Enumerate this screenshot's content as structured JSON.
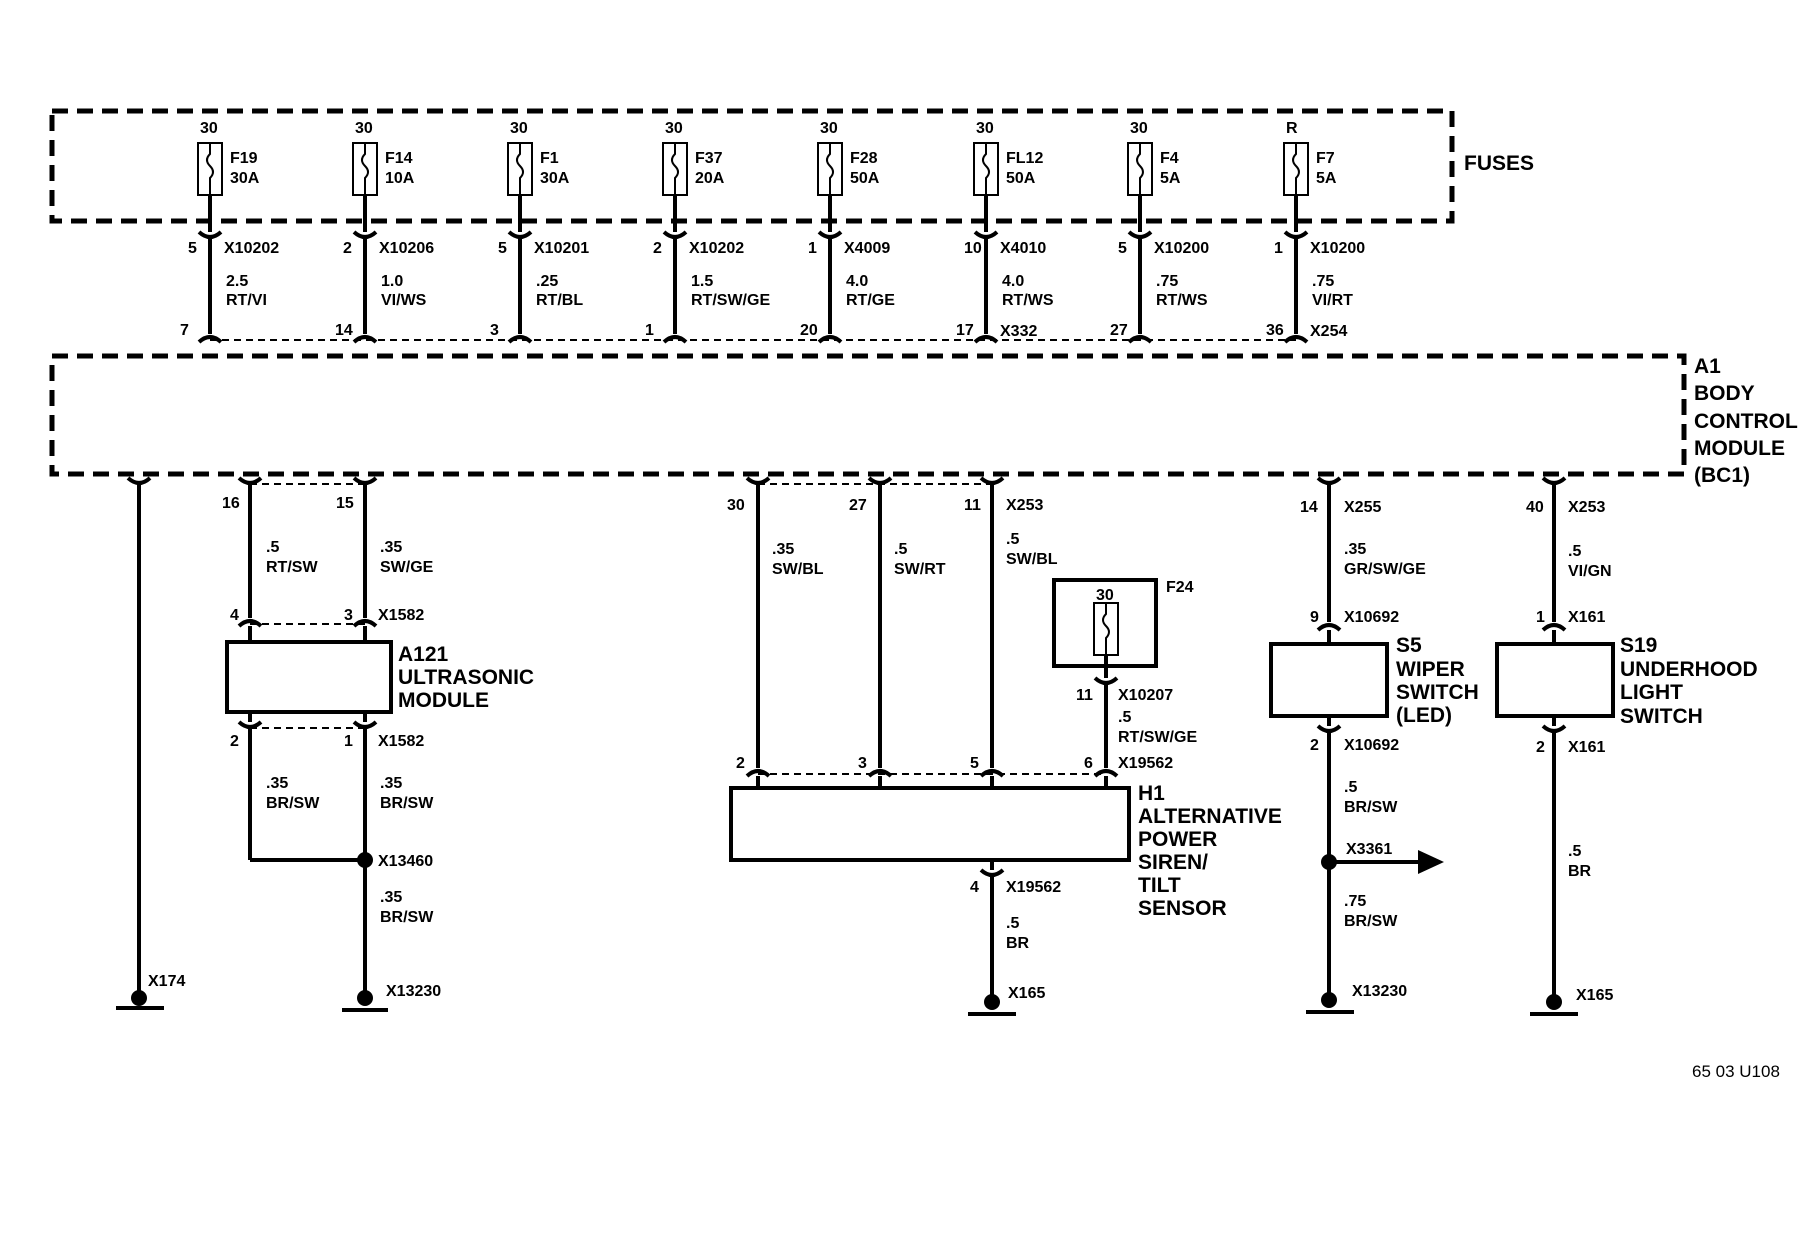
{
  "fuse_block": {
    "label": "FUSES",
    "fuses": [
      {
        "terminal": "30",
        "name": "F19",
        "rating": "30A",
        "upper_pin": "5",
        "upper_conn": "X10202",
        "wire_size": "2.5",
        "wire_color": "RT/VI",
        "lower_pin": "7",
        "lower_conn": ""
      },
      {
        "terminal": "30",
        "name": "F14",
        "rating": "10A",
        "upper_pin": "2",
        "upper_conn": "X10206",
        "wire_size": "1.0",
        "wire_color": "VI/WS",
        "lower_pin": "14",
        "lower_conn": ""
      },
      {
        "terminal": "30",
        "name": "F1",
        "rating": "30A",
        "upper_pin": "5",
        "upper_conn": "X10201",
        "wire_size": ".25",
        "wire_color": "RT/BL",
        "lower_pin": "3",
        "lower_conn": ""
      },
      {
        "terminal": "30",
        "name": "F37",
        "rating": "20A",
        "upper_pin": "2",
        "upper_conn": "X10202",
        "wire_size": "1.5",
        "wire_color": "RT/SW/GE",
        "lower_pin": "1",
        "lower_conn": ""
      },
      {
        "terminal": "30",
        "name": "F28",
        "rating": "50A",
        "upper_pin": "1",
        "upper_conn": "X4009",
        "wire_size": "4.0",
        "wire_color": "RT/GE",
        "lower_pin": "20",
        "lower_conn": ""
      },
      {
        "terminal": "30",
        "name": "FL12",
        "rating": "50A",
        "upper_pin": "10",
        "upper_conn": "X4010",
        "wire_size": "4.0",
        "wire_color": "RT/WS",
        "lower_pin": "17",
        "lower_conn": "X332"
      },
      {
        "terminal": "30",
        "name": "F4",
        "rating": "5A",
        "upper_pin": "5",
        "upper_conn": "X10200",
        "wire_size": ".75",
        "wire_color": "RT/WS",
        "lower_pin": "27",
        "lower_conn": ""
      },
      {
        "terminal": "R",
        "name": "F7",
        "rating": "5A",
        "upper_pin": "1",
        "upper_conn": "X10200",
        "wire_size": ".75",
        "wire_color": "VI/RT",
        "lower_pin": "36",
        "lower_conn": "X254"
      }
    ]
  },
  "bcm": {
    "line1": "A1",
    "line2": "BODY",
    "line3": "CONTROL",
    "line4": "MODULE",
    "line5": "(BC1)"
  },
  "ground_x174": {
    "label": "X174"
  },
  "ultrasonic": {
    "title1": "A121",
    "title2": "ULTRASONIC",
    "title3": "MODULE",
    "bcm_pin_a": "16",
    "bcm_pin_b": "15",
    "wire_a_size": ".5",
    "wire_a_color": "RT/SW",
    "wire_b_size": ".35",
    "wire_b_color": "SW/GE",
    "in_pin_a": "4",
    "in_pin_b": "3",
    "in_conn": "X1582",
    "out_pin_a": "2",
    "out_pin_b": "1",
    "out_conn": "X1582",
    "wire_c_size": ".35",
    "wire_c_color": "BR/SW",
    "wire_d_size": ".35",
    "wire_d_color": "BR/SW",
    "splice": "X13460",
    "wire_e_size": ".35",
    "wire_e_color": "BR/SW",
    "ground": "X13230"
  },
  "siren": {
    "title1": "H1",
    "title2": "ALTERNATIVE",
    "title3": "POWER",
    "title4": "SIREN/",
    "title5": "TILT",
    "title6": "SENSOR",
    "bcm_pin_a": "30",
    "bcm_pin_b": "27",
    "bcm_pin_c": "11",
    "bcm_conn": "X253",
    "wire_a_size": ".35",
    "wire_a_color": "SW/BL",
    "wire_b_size": ".5",
    "wire_b_color": "SW/RT",
    "wire_c_size": ".5",
    "wire_c_color": "SW/BL",
    "fuse_name": "F24",
    "fuse_terminal": "30",
    "fuse_pin": "11",
    "fuse_conn": "X10207",
    "wire_d_size": ".5",
    "wire_d_color": "RT/SW/GE",
    "in_pin_a": "2",
    "in_pin_b": "3",
    "in_pin_c": "5",
    "in_pin_d": "6",
    "in_conn": "X19562",
    "out_pin": "4",
    "out_conn": "X19562",
    "wire_e_size": ".5",
    "wire_e_color": "BR",
    "ground": "X165"
  },
  "wiper": {
    "title1": "S5",
    "title2": "WIPER",
    "title3": "SWITCH",
    "title4": "(LED)",
    "bcm_pin": "14",
    "bcm_conn": "X255",
    "wire_a_size": ".35",
    "wire_a_color": "GR/SW/GE",
    "in_pin": "9",
    "in_conn": "X10692",
    "out_pin": "2",
    "out_conn": "X10692",
    "wire_b_size": ".5",
    "wire_b_color": "BR/SW",
    "splice": "X3361",
    "wire_c_size": ".75",
    "wire_c_color": "BR/SW",
    "ground": "X13230"
  },
  "underhood": {
    "title1": "S19",
    "title2": "UNDERHOOD",
    "title3": "LIGHT",
    "title4": "SWITCH",
    "bcm_pin": "40",
    "bcm_conn": "X253",
    "wire_a_size": ".5",
    "wire_a_color": "VI/GN",
    "in_pin": "1",
    "in_conn": "X161",
    "out_pin": "2",
    "out_conn": "X161",
    "wire_b_size": ".5",
    "wire_b_color": "BR",
    "ground": "X165"
  },
  "figure_ref": "65 03 U108"
}
